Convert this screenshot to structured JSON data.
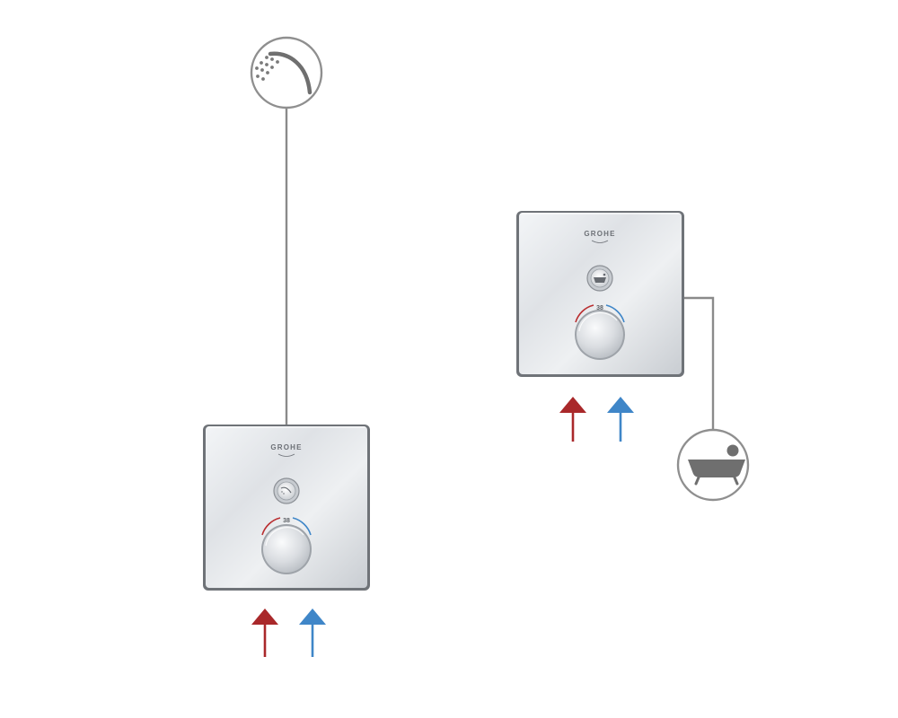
{
  "brand": "GROHE",
  "temperature_mark": "38",
  "colors": {
    "hot": "#a9282a",
    "cold": "#3f86c8",
    "line": "#8a8a8a",
    "icon": "#7a7a7a"
  },
  "icons": {
    "shower_outlet": "hand-shower-icon",
    "bath_outlet": "bathtub-icon"
  },
  "units": [
    {
      "id": "left",
      "outlet": "shower",
      "supply": [
        "hot",
        "cold"
      ]
    },
    {
      "id": "right",
      "outlet": "bath",
      "supply": [
        "hot",
        "cold"
      ]
    }
  ]
}
